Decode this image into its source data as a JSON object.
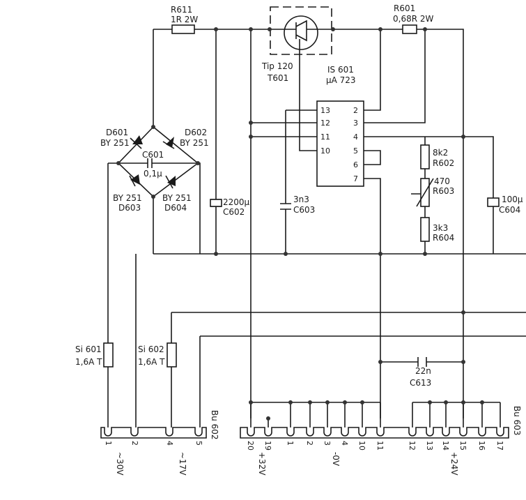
{
  "components": {
    "r611": {
      "ref": "R611",
      "value": "1R 2W"
    },
    "r601": {
      "ref": "R601",
      "value": "0,68R 2W"
    },
    "t601": {
      "type": "Tip 120",
      "ref": "T601"
    },
    "is601": {
      "ref": "IS 601",
      "type": "μA 723",
      "pins_left": [
        "13",
        "12",
        "11",
        "10"
      ],
      "pins_right": [
        "2",
        "3",
        "4",
        "5",
        "6",
        "7"
      ]
    },
    "d601": {
      "ref": "D601",
      "type": "BY 251"
    },
    "d602": {
      "ref": "D602",
      "type": "BY 251"
    },
    "d603": {
      "ref": "D603",
      "type": "BY 251"
    },
    "d604": {
      "ref": "D604",
      "type": "BY 251"
    },
    "c601": {
      "ref": "C601",
      "value": "0,1μ"
    },
    "c602": {
      "ref": "C602",
      "value": "2200μ"
    },
    "c603": {
      "ref": "C603",
      "value": "3n3"
    },
    "c604": {
      "ref": "C604",
      "value": "100μ"
    },
    "c613": {
      "ref": "C613",
      "value": "22n"
    },
    "r602": {
      "ref": "R602",
      "value": "8k2"
    },
    "r603": {
      "ref": "R603",
      "value": "470"
    },
    "r604": {
      "ref": "R604",
      "value": "3k3"
    },
    "si601": {
      "ref": "Si 601",
      "value": "1,6A T"
    },
    "si602": {
      "ref": "Si 602",
      "value": "1,6A T"
    }
  },
  "connectors": {
    "bu602": {
      "ref": "Bu 602",
      "pins": [
        "1",
        "2",
        "4",
        "5"
      ],
      "labels": [
        "~30V",
        "~17V"
      ]
    },
    "main": {
      "pins": [
        "20",
        "19",
        "1",
        "2",
        "3",
        "4",
        "10",
        "11"
      ],
      "labels": [
        "+32V",
        "-0V"
      ]
    },
    "bu603": {
      "ref": "Bu 603",
      "pins": [
        "12",
        "13",
        "14",
        "15",
        "16",
        "17"
      ],
      "labels": [
        "+24V"
      ]
    }
  }
}
